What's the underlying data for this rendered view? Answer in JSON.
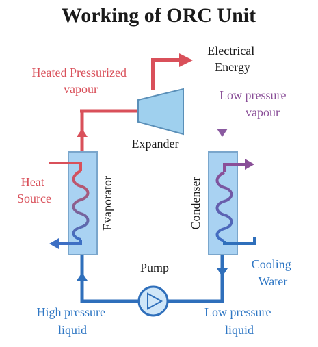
{
  "title": "Working of ORC Unit",
  "labels": {
    "electrical_energy": [
      "Electrical",
      "Energy"
    ],
    "heated_vapour": [
      "Heated Pressurized",
      "vapour"
    ],
    "low_pressure_vapour": [
      "Low pressure",
      "vapour"
    ],
    "expander": "Expander",
    "heat_source": [
      "Heat",
      "Source"
    ],
    "evaporator": "Evaporator",
    "condenser": "Condenser",
    "pump": "Pump",
    "cooling_water": [
      "Cooling",
      "Water"
    ],
    "high_pressure_liquid": [
      "High pressure",
      "liquid"
    ],
    "low_pressure_liquid": [
      "Low pressure",
      "liquid"
    ]
  },
  "colors": {
    "hot": "#d9505a",
    "warm": "#a05a90",
    "cool": "#7a5fae",
    "cold": "#2f6fbb",
    "text_red": "#d9505a",
    "text_purple": "#8a4f98",
    "text_blue": "#2f77c4",
    "text_dark": "#1a1a1a",
    "exchanger_fill": "#a9d2f2",
    "exchanger_stroke": "#7aa6cc",
    "expander_fill": "#9fd0ee",
    "pump_fill": "#cfe6f8"
  }
}
